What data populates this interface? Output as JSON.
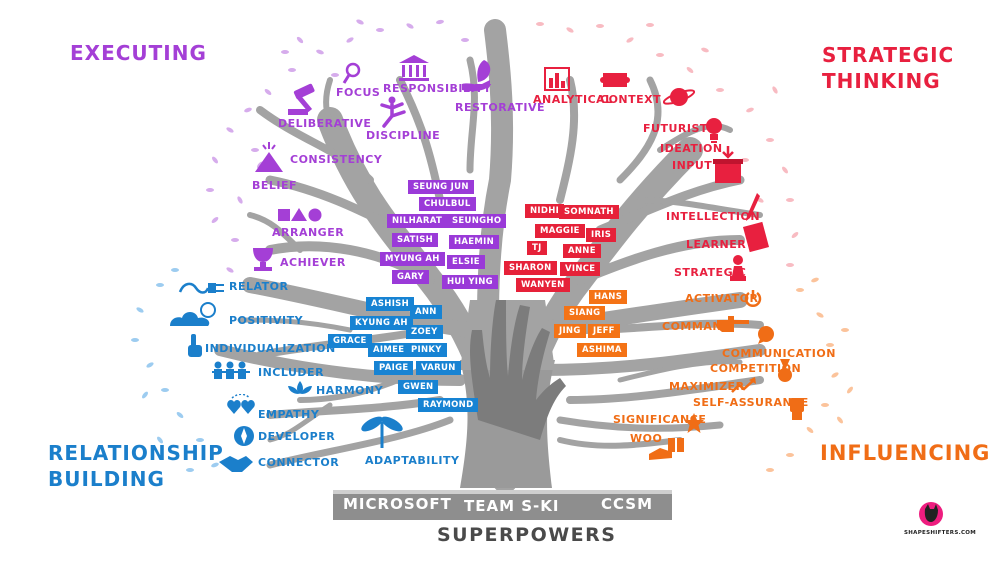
{
  "quadrants": {
    "executing": [
      "EXECUTING"
    ],
    "strategic": [
      "STRATEGIC",
      "THINKING"
    ],
    "relationship": [
      "RELATIONSHIP",
      "BUILDING"
    ],
    "influencing": [
      "INFLUENCING"
    ]
  },
  "themes": {
    "executing": [
      "FOCUS",
      "RESPONSIBILITY",
      "RESTORATIVE",
      "DELIBERATIVE",
      "DISCIPLINE",
      "CONSISTENCY",
      "BELIEF",
      "ARRANGER",
      "ACHIEVER"
    ],
    "strategic": [
      "ANALYTICAL",
      "CONTEXT",
      "FUTURISTIC",
      "IDEATION",
      "INPUT",
      "INTELLECTION",
      "LEARNER",
      "STRATEGIC"
    ],
    "relationship": [
      "RELATOR",
      "POSITIVITY",
      "INDIVIDUALIZATION",
      "INCLUDER",
      "HARMONY",
      "EMPATHY",
      "DEVELOPER",
      "CONNECTOR",
      "ADAPTABILITY"
    ],
    "influencing": [
      "ACTIVATOR",
      "COMMAND",
      "COMMUNICATION",
      "COMPETITION",
      "MAXIMIZER",
      "SELF-ASSURANCE",
      "SIGNIFICANCE",
      "WOO"
    ]
  },
  "people": {
    "executing": [
      "SEUNG JUN",
      "CHULBUL",
      "NILHARAT",
      "SEUNGHO",
      "SATISH",
      "HAEMIN",
      "MYUNG AH",
      "ELSIE",
      "GARY",
      "HUI YING"
    ],
    "strategic": [
      "NIDHI",
      "SOMNATH",
      "MAGGIE",
      "IRIS",
      "TJ",
      "ANNE",
      "SHARON",
      "VINCE",
      "WANYEN"
    ],
    "relationship": [
      "ASHISH",
      "ANN",
      "KYUNG AH",
      "ZOEY",
      "GRACE",
      "AIMEE",
      "PINKY",
      "PAIGE",
      "VARUN",
      "GWEN",
      "RAYMOND"
    ],
    "influencing": [
      "HANS",
      "SIANG",
      "JING",
      "JEFF",
      "ASHIMA"
    ]
  },
  "base": {
    "left": "MICROSOFT",
    "center": "TEAM S-KI",
    "right": "CCSM",
    "footer": "SUPERPOWERS"
  },
  "brand": "SHAPESHIFTERS.COM",
  "colors": {
    "executing": "#a43fd6",
    "strategic": "#e8203f",
    "relationship": "#1b7fcb",
    "influencing": "#f06d16",
    "trunk": "#9c9c9c"
  },
  "icons": [
    "gavel-icon",
    "magnifier-icon",
    "temple-icon",
    "karate-icon",
    "hand-leaf-icon",
    "mountain-icon",
    "shapes-icon",
    "trophy-icon",
    "bar-chart-icon",
    "scroll-icon",
    "planet-icon",
    "lightbulb-icon",
    "box-icon",
    "pen-icon",
    "book-icon",
    "chess-pawn-icon",
    "power-icon",
    "pointing-hand-icon",
    "speech-bubble-icon",
    "medal-icon",
    "fist-icon",
    "star-icon",
    "gift-icon",
    "plug-icon",
    "cloud-sun-icon",
    "finger-icon",
    "people-icon",
    "lotus-icon",
    "hearts-icon",
    "compass-icon",
    "handshake-icon",
    "dragonfly-icon"
  ]
}
